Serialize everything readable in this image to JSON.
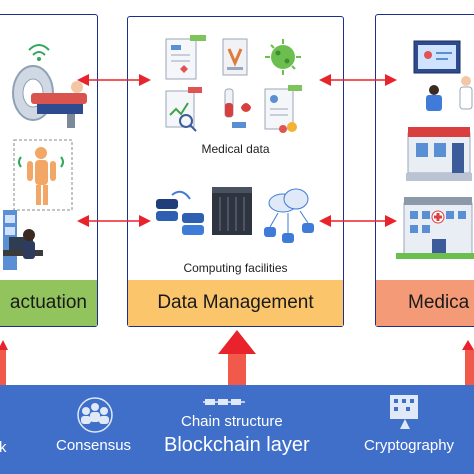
{
  "panels": {
    "left": {
      "label": "actuation",
      "color": "#92c45e"
    },
    "center": {
      "label": "Data Management",
      "color": "#fbc56b",
      "medical_caption": "Medical data",
      "computing_caption": "Computing facilities"
    },
    "right": {
      "label": "Medica",
      "color": "#f59a77"
    }
  },
  "blockchain": {
    "color": "#3f6fc9",
    "layer_label": "Blockchain layer",
    "chain_label": "Chain structure",
    "consensus_label": "Consensus",
    "crypto_label": "Cryptography",
    "left_cut_label": "k"
  },
  "icons": [
    "ct-scanner-icon",
    "body-sensor-icon",
    "patient-workstation-icon",
    "medical-report-icon",
    "xray-icon",
    "virus-icon",
    "prescription-icon",
    "blood-sample-icon",
    "server-rack-icon",
    "cloud-database-icon",
    "doctor-screen-icon",
    "pharmacy-icon",
    "hospital-icon",
    "consensus-icon",
    "chain-icon",
    "cryptography-icon"
  ],
  "arrow_color": "#e8232b"
}
